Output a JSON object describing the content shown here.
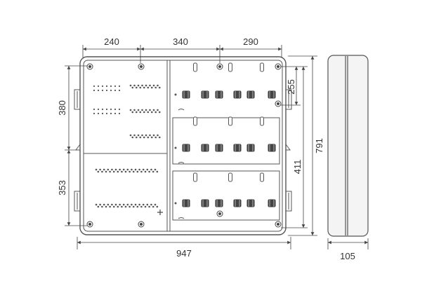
{
  "dimensions": {
    "top_left": "240",
    "top_middle": "340",
    "top_right": "290",
    "left_upper": "380",
    "left_lower": "353",
    "right_inner_upper": "255",
    "right_inner_lower": "411",
    "right_outer": "791",
    "bottom_width": "947",
    "side_depth": "105"
  },
  "colors": {
    "line": "#555555",
    "dim_line": "#444444",
    "text": "#333333",
    "side_fill": "#f4f4f4"
  }
}
